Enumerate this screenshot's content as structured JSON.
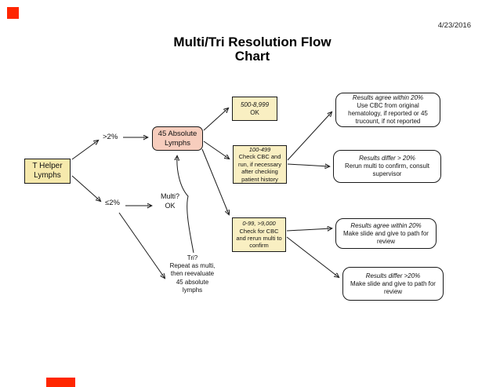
{
  "page": {
    "date": "4/23/2016",
    "title": "Multi/Tri Resolution Flow\nChart"
  },
  "colors": {
    "node_yellow": "#F9EFC2",
    "node_yellow_dark": "#F6E9AC",
    "node_pink": "#F7CDBD",
    "result_white": "#FFFFFF",
    "marker_red": "#FF2600",
    "line_black": "#1A1A1A"
  },
  "nodes": {
    "t_helper": {
      "label": "T Helper\nLymphs"
    },
    "abs_lymphs": {
      "label": "45 Absolute\nLymphs"
    },
    "range_500": {
      "heading": "500-8,999",
      "body": "OK"
    },
    "range_100": {
      "heading": "100-499",
      "body": "Check CBC and run, if necessary after checking patient history"
    },
    "range_0": {
      "heading": "0-99,  >9,000",
      "body": " Check for CBC and rerun multi to confirm"
    },
    "result_agree_cbc": {
      "heading": "Results agree within 20%",
      "body": "Use CBC from original hematology, if reported or 45 trucount, if not reported"
    },
    "result_differ_rerun": {
      "heading": "Results differ > 20%",
      "body": "Rerun multi to confirm, consult supervisor"
    },
    "result_agree_slide": {
      "heading": "Results agree within 20%",
      "body": "Make slide and give to path for review"
    },
    "result_differ_slide": {
      "heading": "Results differ >20%",
      "body": "Make slide and give to path for review"
    }
  },
  "labels": {
    "gt2": ">2%",
    "le2": "≤2%",
    "multi_ok": "Multi?\nOK",
    "tri": "Tri?\nRepeat as multi,\nthen reevaluate\n45 absolute\nlymphs"
  }
}
